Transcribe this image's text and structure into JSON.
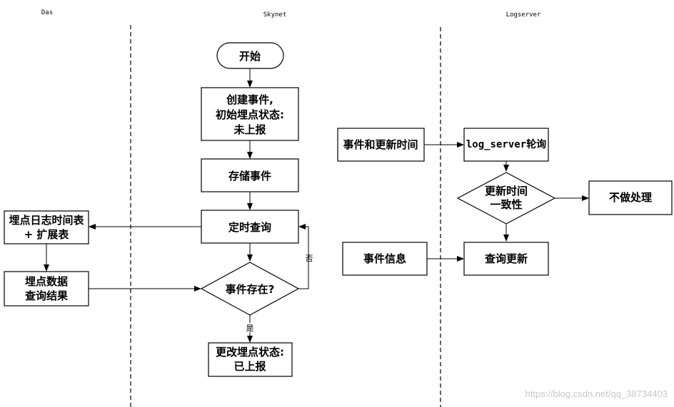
{
  "lanes": {
    "das": "Das",
    "skynet": "Skynet",
    "logserver": "Logserver"
  },
  "nodes": {
    "start": "开始",
    "create_1": "创建事件,",
    "create_2": "初始埋点状态:",
    "create_3": "未上报",
    "store": "存储事件",
    "timer": "定时查询",
    "exists": "事件存在?",
    "update_status_1": "更改埋点状态:",
    "update_status_2": "已上报",
    "log_table_1": "埋点日志时间表",
    "log_table_2": "+ 扩展表",
    "query_result_1": "埋点数据",
    "query_result_2": "查询结果",
    "event_time": "事件和更新时间",
    "poll": "log_server轮询",
    "time_match_1": "更新时间",
    "time_match_2": "一致性",
    "no_action": "不做处理",
    "event_info": "事件信息",
    "query_update": "查询更新"
  },
  "edge_labels": {
    "no": "否",
    "yes": "是"
  },
  "watermark": "https://blog.csdn.net/qq_38734403"
}
